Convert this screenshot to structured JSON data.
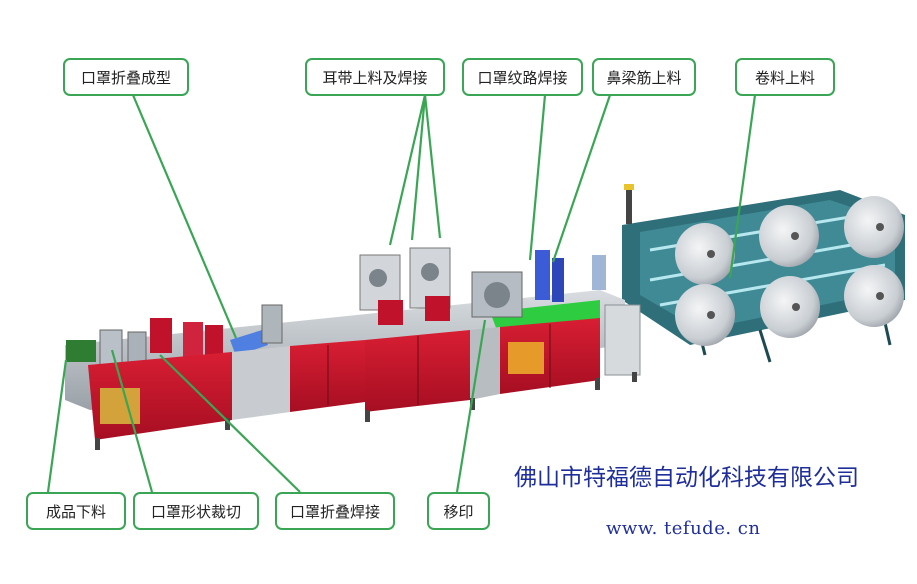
{
  "labels": {
    "fold_forming": "口罩折叠成型",
    "earloop_feed_weld": "耳带上料及焊接",
    "pattern_weld": "口罩纹路焊接",
    "nose_bridge_feed": "鼻梁筋上料",
    "roll_feed": "卷料上料",
    "finished_unload": "成品下料",
    "shape_cutting": "口罩形状裁切",
    "fold_weld": "口罩折叠焊接",
    "transfer": "移印"
  },
  "company": {
    "name": "佛山市特福德自动化科技有限公司",
    "website": "www. tefude. cn"
  },
  "colors": {
    "callout_border": "#3aa655",
    "leader_line": "#3aa655",
    "cabinet_red": "#c0122a",
    "frame_gray": "#b9bec4",
    "roll_frame_teal": "#2f6f7a",
    "conveyor_green": "#2ecc40",
    "company_text": "#1f2f9a"
  }
}
